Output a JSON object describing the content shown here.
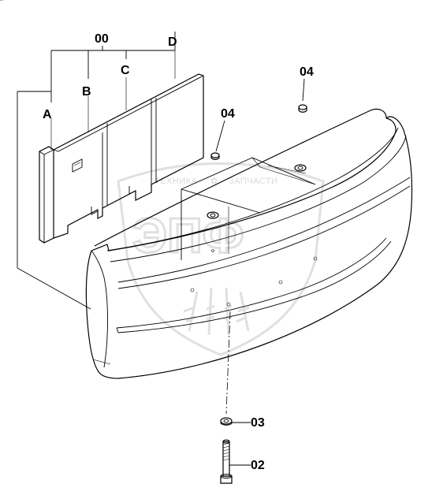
{
  "callouts": {
    "assembly": "00",
    "part_a": "A",
    "part_b": "B",
    "part_c": "C",
    "part_d": "D",
    "cap_upper": "04",
    "cap_left": "04",
    "washer": "03",
    "bolt": "02"
  },
  "watermark": {
    "left_text": "ТЕХНИКА",
    "right_text": "ЗАПЧАСТИ",
    "logo_text": "ЭПФ"
  },
  "colors": {
    "ink": "#000000",
    "watermark": "#c8c8c8",
    "background": "#ffffff"
  }
}
